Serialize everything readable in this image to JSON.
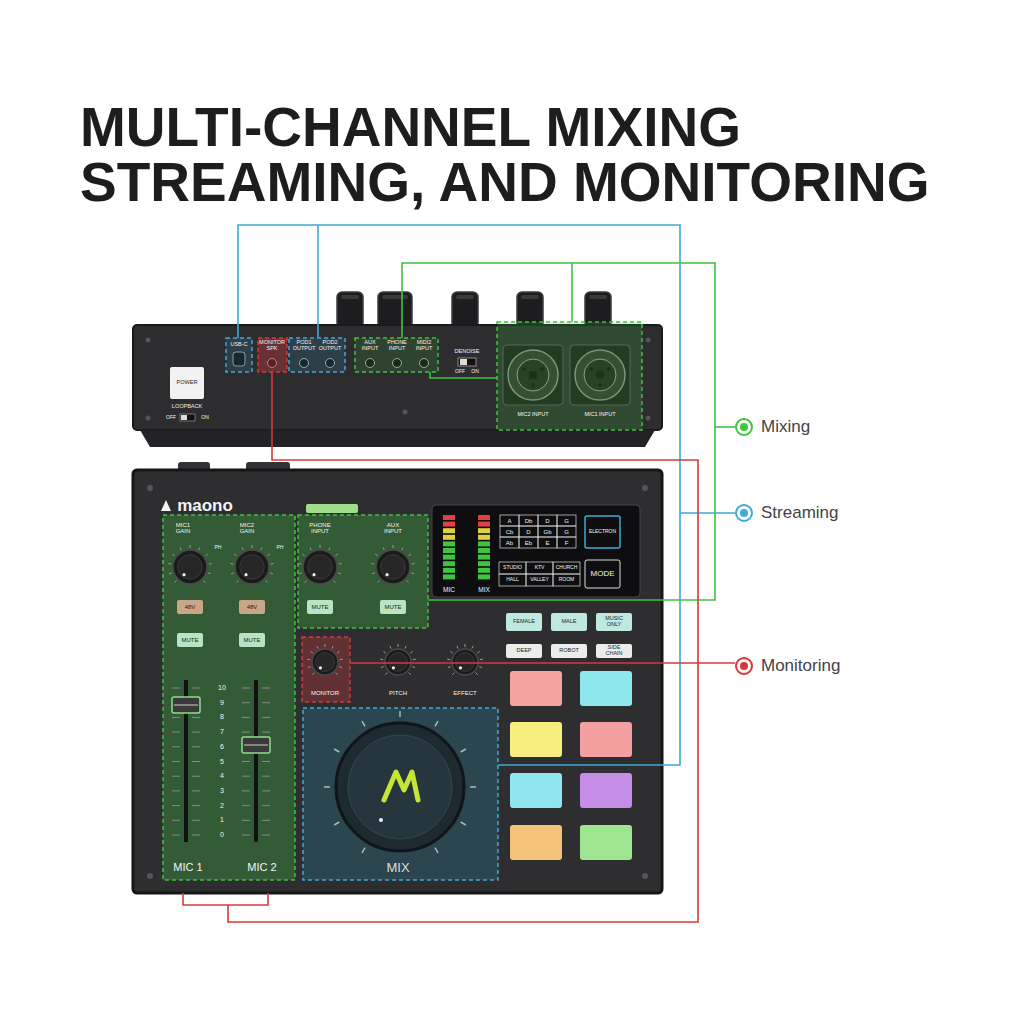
{
  "diagram": {
    "title": "MULTI-CHANNEL MIXING STREAMING, AND MONITORING",
    "labels": [
      "USB-C",
      "MONITOR SPK",
      "POD1 OUTPUT",
      "POD2 OUTPUT",
      "AUX INPUT",
      "PHONE INPUT",
      "MIDI2 INPUT",
      "DENOISE",
      "OFF",
      "ON",
      "MIC2 INPUT",
      "MIC1 INPUT",
      "POWER",
      "LOOPBACK",
      "OFF",
      "ON",
      "maono",
      "MIC1 GAIN",
      "MIC2 GAIN",
      "PH",
      "PH",
      "48V",
      "48V",
      "MUTE",
      "MUTE",
      "PHONE INPUT",
      "AUX INPUT",
      "MUTE",
      "MUTE",
      "10",
      "9",
      "8",
      "7",
      "6",
      "5",
      "4",
      "3",
      "2",
      "1",
      "0",
      "MIC 1",
      "MIC 2",
      "MIC",
      "MIX",
      "A",
      "Db",
      "D",
      "G",
      "Cb",
      "D",
      "Gb",
      "G",
      "Ab",
      "Eb",
      "E",
      "F",
      "ELECTRON",
      "STUDIO",
      "KTV",
      "CHURCH",
      "HALL",
      "VALLEY",
      "ROOM",
      "MODE",
      "FEMALE",
      "MALE",
      "MUSIC ONLY",
      "DEEP",
      "ROBOT",
      "SIDE CHAIN",
      "MONITOR",
      "PITCH",
      "EFFECT",
      "MIX"
    ],
    "legend": [
      {
        "text": "Mixing",
        "color": "#3ec43e"
      },
      {
        "text": "Streaming",
        "color": "#3fa9d9"
      },
      {
        "text": "Monitoring",
        "color": "#d9383a"
      }
    ]
  }
}
